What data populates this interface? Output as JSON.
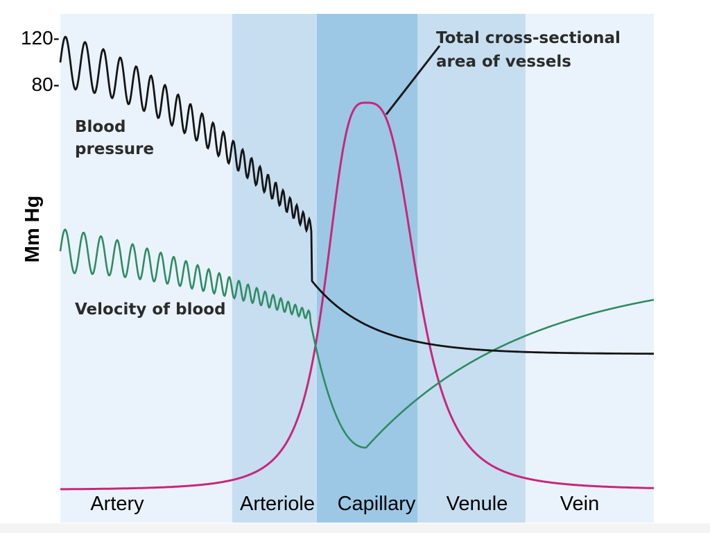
{
  "regions": [
    {
      "name": "Artery",
      "color": "#eaf3fb"
    },
    {
      "name": "Arteriole",
      "color": "#c6def0"
    },
    {
      "name": "Capillary",
      "color": "#9cc8e6"
    },
    {
      "name": "Venule",
      "color": "#c6def0"
    },
    {
      "name": "Vein",
      "color": "#eaf3fb"
    }
  ],
  "axis": {
    "title": "Mm Hg",
    "ticks": [
      "120-",
      "80-"
    ]
  },
  "annotations": {
    "blood_pressure": [
      "Blood",
      "pressure"
    ],
    "velocity": "Velocity of blood",
    "cross_section": [
      "Total cross-sectional",
      "area of vessels"
    ]
  },
  "colors": {
    "blood_pressure": "#141414",
    "velocity": "#2e8b62",
    "cross_section": "#c8267a"
  }
}
